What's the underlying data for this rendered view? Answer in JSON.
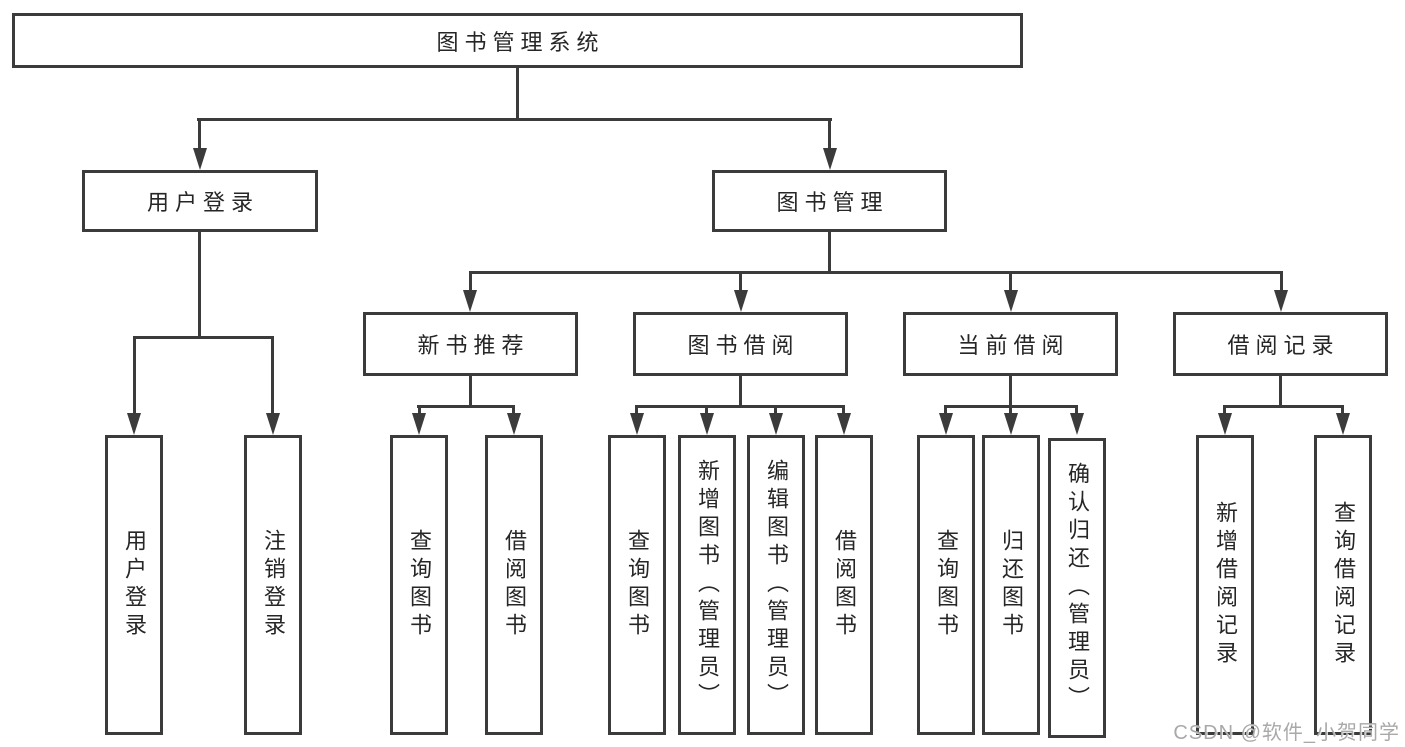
{
  "tree": {
    "root": "图书管理系统",
    "children": [
      {
        "label": "用户登录",
        "children": [
          "用户登录",
          "注销登录"
        ]
      },
      {
        "label": "图书管理",
        "children": [
          {
            "label": "新书推荐",
            "children": [
              "查询图书",
              "借阅图书"
            ]
          },
          {
            "label": "图书借阅",
            "children": [
              "查询图书",
              "新增图书（管理员）",
              "编辑图书（管理员）",
              "借阅图书"
            ]
          },
          {
            "label": "当前借阅",
            "children": [
              "查询图书",
              "归还图书",
              "确认归还（管理员）"
            ]
          },
          {
            "label": "借阅记录",
            "children": [
              "新增借阅记录",
              "查询借阅记录"
            ]
          }
        ]
      }
    ]
  },
  "colors": {
    "line": "#3b3b3b",
    "text": "#262626",
    "watermark": "#a9a9a9",
    "background": "#ffffff"
  },
  "watermark": {
    "text": "CSDN @软件_小贺同学"
  }
}
